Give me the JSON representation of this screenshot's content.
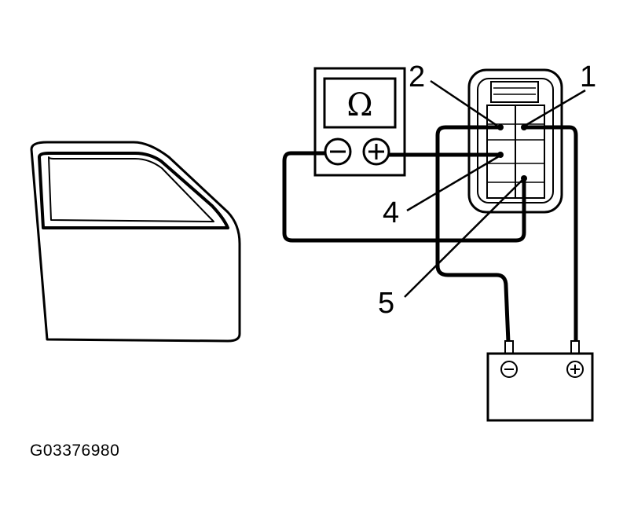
{
  "figure_id": "G03376980",
  "meter": {
    "symbol": "Ω"
  },
  "callouts": [
    {
      "id": "1",
      "text": "1"
    },
    {
      "id": "2",
      "text": "2"
    },
    {
      "id": "4",
      "text": "4"
    },
    {
      "id": "5",
      "text": "5"
    }
  ],
  "battery": {
    "negative": "−",
    "positive": "+"
  },
  "icons": [
    "door-panel-icon",
    "ohmmeter-icon",
    "connector-icon",
    "battery-icon"
  ]
}
